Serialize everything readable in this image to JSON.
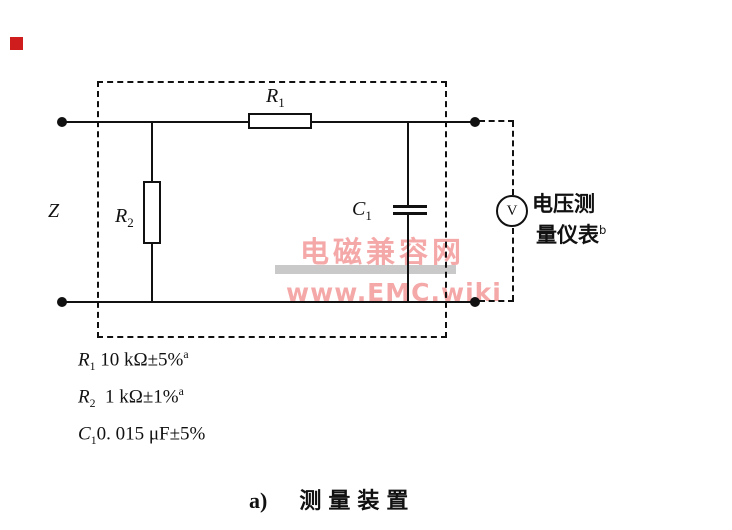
{
  "figure": {
    "kind": "circuit-diagram",
    "impedance_label": "Z"
  },
  "marker": {
    "color": "#cf1d1d"
  },
  "components": {
    "r1": {
      "letter": "R",
      "sub": "1"
    },
    "r2": {
      "letter": "R",
      "sub": "2"
    },
    "c1": {
      "letter": "C",
      "sub": "1"
    }
  },
  "voltmeter": {
    "symbol": "V",
    "label_line1": "电压测",
    "label_line2": "量仪表",
    "label_sup": "b"
  },
  "values": [
    {
      "letter": "R",
      "sub": "1",
      "text": " 10 kΩ±5%",
      "sup": "a"
    },
    {
      "letter": "R",
      "sub": "2",
      "text": "  1 kΩ±1%",
      "sup": "a"
    },
    {
      "letter": "C",
      "sub": "1",
      "text": "0. 015 μF±5%",
      "sup": ""
    }
  ],
  "watermark": {
    "line1": "电磁兼容网",
    "line2": "www.EMC.wiki",
    "text_color": "#f5a8a8",
    "bar_color": "#c9c9c9"
  },
  "caption": {
    "prefix": "a)",
    "title": "测量装置"
  }
}
